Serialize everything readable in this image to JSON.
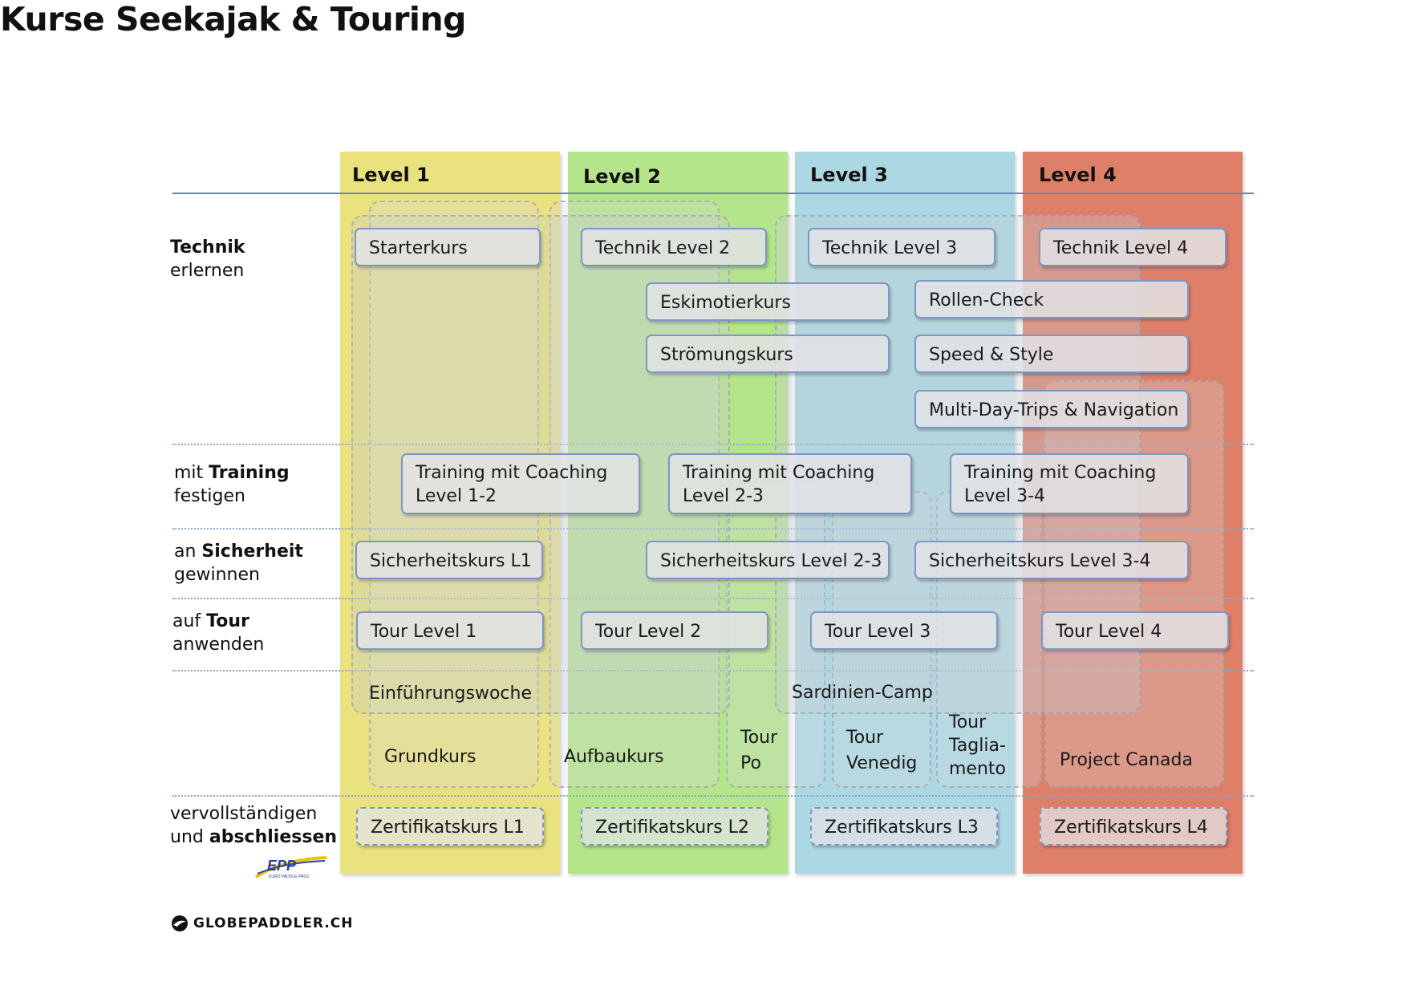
{
  "title": "Kurse Seekajak & Touring",
  "levels": [
    "Level 1",
    "Level 2",
    "Level 3",
    "Level 4"
  ],
  "level_colors": [
    "#e9e27e",
    "#b5e58a",
    "#acd8e4",
    "#de8069"
  ],
  "rows": {
    "technik": {
      "bold": "Technik",
      "rest": "erlernen"
    },
    "training": {
      "pre": "mit ",
      "bold": "Training",
      "rest": "festigen"
    },
    "sicherheit": {
      "pre": "an ",
      "bold": "Sicherheit",
      "rest": "gewinnen"
    },
    "tour": {
      "pre": "auf ",
      "bold": "Tour",
      "rest": "anwenden"
    },
    "abschluss": {
      "line1": "vervollständigen",
      "pre": "und ",
      "bold": "abschliessen"
    }
  },
  "courses": {
    "starterkurs": "Starterkurs",
    "technik2": "Technik Level 2",
    "technik3": "Technik Level 3",
    "technik4": "Technik Level 4",
    "eskimotier": "Eskimotierkurs",
    "stroemung": "Strömungskurs",
    "rollen": "Rollen-Check",
    "speed": "Speed & Style",
    "multiday": "Multi-Day-Trips & Navigation",
    "training12_a": "Training mit Coaching",
    "training12_b": "Level 1-2",
    "training23_a": "Training mit Coaching",
    "training23_b": "Level 2-3",
    "training34_a": "Training mit Coaching",
    "training34_b": "Level 3-4",
    "sicherheit1": "Sicherheitskurs L1",
    "sicherheit23": "Sicherheitskurs Level 2-3",
    "sicherheit34": "Sicherheitskurs Level 3-4",
    "tour1": "Tour Level 1",
    "tour2": "Tour Level 2",
    "tour3": "Tour Level 3",
    "tour4": "Tour Level 4",
    "zert1": "Zertifikatskurs L1",
    "zert2": "Zertifikatskurs L2",
    "zert3": "Zertifikatskurs L3",
    "zert4": "Zertifikatskurs L4"
  },
  "programs": {
    "einfuehrung": "Einführungswoche",
    "sardinien": "Sardinien-Camp",
    "grundkurs": "Grundkurs",
    "aufbaukurs": "Aufbaukurs",
    "tour_po_1": "Tour",
    "tour_po_2": "Po",
    "tour_venedig_1": "Tour",
    "tour_venedig_2": "Venedig",
    "tour_taglia_1": "Tour",
    "tour_taglia_2": "Taglia-",
    "tour_taglia_3": "mento",
    "project_canada": "Project Canada"
  },
  "logos": {
    "epp": "EPP",
    "epp_sub": "EURO PADDLE PASS",
    "globe": "GLOBEPADDLER.CH"
  }
}
